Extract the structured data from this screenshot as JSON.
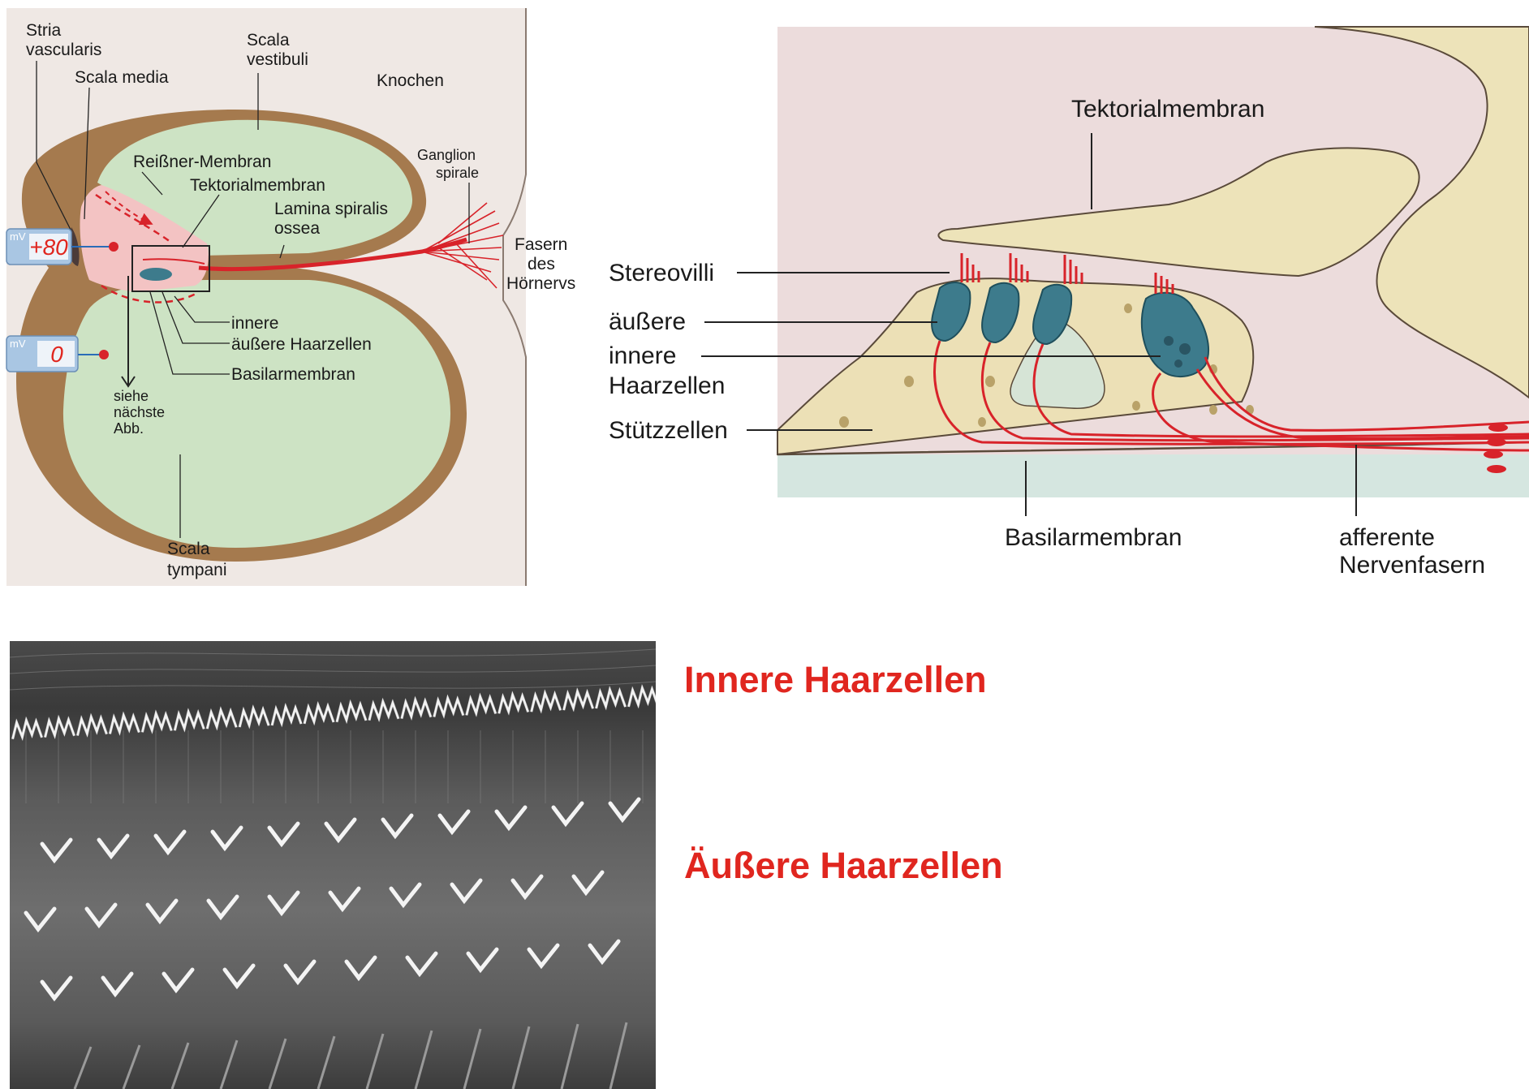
{
  "cochlea": {
    "labels": {
      "stria_line1": "Stria",
      "stria_line2": "vascularis",
      "scala_media": "Scala media",
      "scala_vestibuli_1": "Scala",
      "scala_vestibuli_2": "vestibuli",
      "knochen": "Knochen",
      "reissner": "Reißner-Membran",
      "tektorial": "Tektorialmembran",
      "ganglion_1": "Ganglion",
      "ganglion_2": "spirale",
      "lamina_1": "Lamina spiralis",
      "lamina_2": "ossea",
      "fasern_1": "Fasern",
      "fasern_2": "des",
      "fasern_3": "Hörnervs",
      "innere": "innere",
      "aeussere_haarzellen": "äußere Haarzellen",
      "basilarmembran": "Basilarmembran",
      "siehe_1": "siehe",
      "siehe_2": "nächste",
      "siehe_3": "Abb.",
      "scala_tympani_1": "Scala",
      "scala_tympani_2": "tympani"
    },
    "meters": [
      {
        "unit": "mV",
        "value": "+80"
      },
      {
        "unit": "mV",
        "value": "0"
      }
    ]
  },
  "organ": {
    "labels": {
      "tektorialmembran": "Tektorialmembran",
      "stereovilli": "Stereovilli",
      "aeussere": "äußere",
      "innere": "innere",
      "haarzellen": "Haarzellen",
      "stuetzzellen": "Stützzellen",
      "basilarmembran": "Basilarmembran",
      "afferente_1": "afferente",
      "afferente_2": "Nervenfasern"
    }
  },
  "sem": {
    "inner_caption": "Innere Haarzellen",
    "outer_caption": "Äußere Haarzellen"
  },
  "colors": {
    "caption_red": "#e0261f",
    "scala_green": "#cde3c4",
    "wall_brown": "#a57a4e",
    "bone": "#efe8e4",
    "media_pink": "#f3c3c3",
    "nerve_red": "#d8232a",
    "cell_teal": "#3d7b8c",
    "tissue_beige": "#ece0b6",
    "membrane_pink": "#ecdcdc"
  }
}
